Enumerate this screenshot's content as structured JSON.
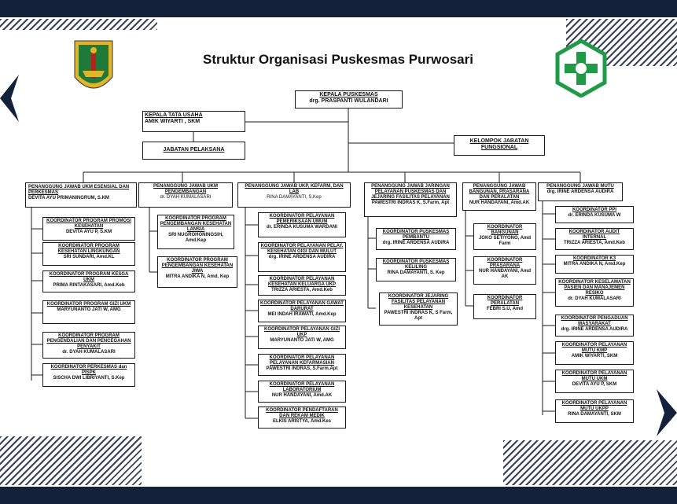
{
  "title": "Struktur Organisasi Puskesmas Purwosari",
  "head": {
    "title": "KEPALA PUSKESMAS",
    "name": "drg. PRASPANTI WULANDARI"
  },
  "ktu": {
    "title": "KEPALA TATA USAHA",
    "name": "AMIK WIYARTI , SKM"
  },
  "pelaksana": "JABATAN PELAKSANA",
  "fungsional": "KELOMPOK JABATAN FUNGSIONAL",
  "columns": [
    {
      "title": "PENANGGUNG JAWAB UKM ESENSIAL DAN PERKESMAS",
      "name": "DEVITA AYU PRIMANINGRUM, S.KM",
      "items": [
        {
          "title": "KOORDINATOR PROGRAM PROMOSI KESEHATAN",
          "name": "DEVITA AYU P, S.KM"
        },
        {
          "title": "KOORDINATOR PROGRAM KESEHATAN LINGKUNGAN",
          "name": "SRI SUNDARI, Amd.KL"
        },
        {
          "title": "KOORDINATOR PROGRAM KESGA UKM",
          "name": "PRIMA RINTAKASARI, Amd.Keb"
        },
        {
          "title": "KOORDINATOR PROGRAM GIZI UKM",
          "name": "MARYUNANTO JATI W, AMG"
        },
        {
          "title": "KOORDINATOR PROGRAM PENGENDALIAN DAN PENCEGAHAN PENYAKIT",
          "name": "dr. DYAH KUMALASARI"
        },
        {
          "title": "KOORDINATOR PERKESMAS dan PISPK",
          "name": "SISCHA DWI LIBRIYANTI, S.Kep"
        }
      ]
    },
    {
      "title": "PENANGGUNG JAWAB UKM PENGEMBANGAN",
      "name": "dr. DYAH KUMALASARI",
      "items": [
        {
          "title": "KOORDINATOR PROGRAM PENGEMBANGAN KESEHATAN LANSIA",
          "name": "SRI NUGROHONINGSIH, Amd.Kep"
        },
        {
          "title": "KOORDINATOR PROGRAM PENGEMBANGAN KESEHATAN JIWA",
          "name": "MITRA ANDIKA N, Amd. Kep"
        }
      ]
    },
    {
      "title": "PENANGGUNG JAWAB UKP, KEFARM, DAN LAB",
      "name": "RINA DAMAYANTI, S.Kep",
      "items": [
        {
          "title": "KOORDINATOR PELAYANAN PEMERIKSAAN UMUM",
          "name": "dr. ERINDA KUSUMA WARDANI"
        },
        {
          "title": "KOORDINATOR PELAYANAN PELAY. KESEHATAN GIGI DAN MULUT",
          "name": "drg. IRINE ARDENSA AUDIRA"
        },
        {
          "title": "KOORDINATOR PELAYANAN KESEHATAN KELUARGA UKP",
          "name": "TRIZZA ARIESTA, Amd.Keb"
        },
        {
          "title": "KOORDINATOR PELAYANAN GAWAT DARURAT",
          "name": "MEI INDAH IRAWATI, Amd.Kep"
        },
        {
          "title": "KOORDINATOR PELAYANAN GIZI UKP",
          "name": "MARYUNANTO JATI W, AMG"
        },
        {
          "title": "KOORDINATOR PELAYANAN PELAYANAN KEFARMASIAN",
          "name": "PAWESTRI INDRAS, S.Farm.Apt"
        },
        {
          "title": "KOORDINATOR PELAYANAN LABORATORIUM",
          "name": "NUR HANDAYANI, Amd.AK"
        },
        {
          "title": "KOORDINATOR PENDAFTARAN DAN REKAM MEDIK",
          "name": "ELKIS ARISTYA, Amd.Kes"
        }
      ]
    },
    {
      "title": "PENANGGUNG JAWAB JARINGAN PELAYANAN PUSKESMAS DAN JEJARING FASILITAS PELAYANAN",
      "name": "PAWESTRI INDRAS K, S.Farm, Apt",
      "items": [
        {
          "title": "KOORDINATOR PUSKESMAS PEMBANTU",
          "name": "drg. IRINE ARDENSA AUDIRA"
        },
        {
          "title": "KOORDINATOR PUSKESMAS KELILING",
          "name": "RINA DAMAYANTI, S. Kep"
        },
        {
          "title": "KOORDINATOR JEJARING FASILITAS PELAYANAN KESEHATAN",
          "name": "PAWESTRI INDRAS K, S Farm, Apt"
        }
      ]
    },
    {
      "title": "PENANGGUNG JAWAB BANGUNAN, PRASARANA DAN PERALATAN",
      "name": "NUR HANDAYANI, Amd.AK",
      "items": [
        {
          "title": "KOORDINATOR BANGUNAN",
          "name": "JOKO SETIYONO, Amd Farm"
        },
        {
          "title": "KOORDINATOR PRASARANA",
          "name": "NUR HANDAYANI, Amd AK"
        },
        {
          "title": "KOORDINATOR PERALATAN",
          "name": "FEBRI S.U, Amd"
        }
      ]
    },
    {
      "title": "PENANGGUNG JAWAB MUTU",
      "name": "drg. IRINE ARDENSA AUDIRA",
      "items": [
        {
          "title": "KOORDINATOR PPI",
          "name": "dr. ERINDA KUSUMA W"
        },
        {
          "title": "KOORDINATOR AUDIT INTERNAL",
          "name": "TRIZZA ARIESTA, Amd.Keb"
        },
        {
          "title": "KOORDINATOR K3",
          "name": "MITRA ANDIKA N, Amd.Kep"
        },
        {
          "title": "KOORDINATOR KESELAMATAN PASIEN DAN MANAJEMEN RESIKO",
          "name": "dr. DYAH KUMALASARI"
        },
        {
          "title": "KOORDINATOR PENGADUAN MASYARAKAT",
          "name": "drg. IRINE ARDENSA AUDIRA"
        },
        {
          "title": "KOORDINATOR PELAYANAN MUTU KMP",
          "name": "AMIK WIYARTI, SKM"
        },
        {
          "title": "KOORDINATOR PELAYANAN MUTU UKM",
          "name": "DEVITA AYU P, SKM"
        },
        {
          "title": "KOORDINATOR PELAYANAN MUTU UKPP",
          "name": "RINA DAMAYANTI, SKM"
        }
      ]
    }
  ],
  "colors": {
    "dark": "#14213a",
    "logo_green": "#1f9a47",
    "crest_red": "#b5221c",
    "crest_gold": "#e0b52a"
  }
}
